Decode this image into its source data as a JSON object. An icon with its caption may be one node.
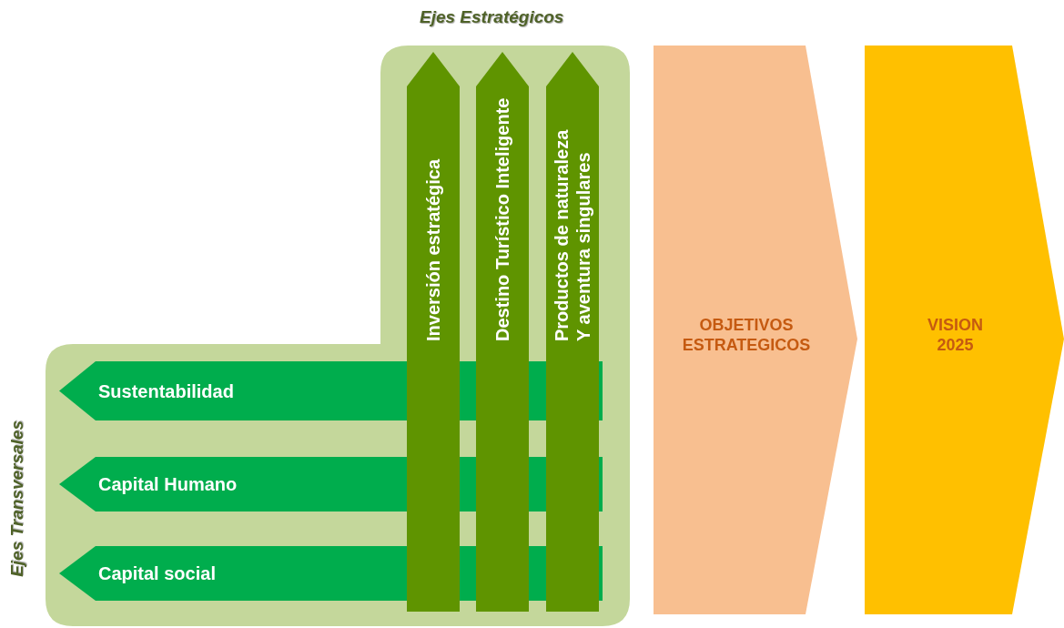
{
  "diagram": {
    "nodes": [
      {
        "text": [
          "Ejes Estratégicos",
          "Ejes Transversales"
        ]
      },
      {
        "text": [
          "Inversión estratégica"
        ],
        "in": 0
      },
      {
        "text": [
          "Destino Turístico Inteligente"
        ],
        "in": 0
      },
      {
        "text": [
          "Productos de naturaleza Y aventura singulares"
        ],
        "in": 0
      },
      {
        "text": [
          "Sustentabilidad"
        ],
        "in": 0
      },
      {
        "text": [
          "Capital Humano"
        ],
        "in": 0
      },
      {
        "text": [
          "Capital social"
        ],
        "in": 0
      },
      {
        "text": [
          "OBJETIVOS ESTRATEGICOS"
        ]
      },
      {
        "text": [
          "VISION 2025"
        ]
      }
    ],
    "edges": []
  }
}
